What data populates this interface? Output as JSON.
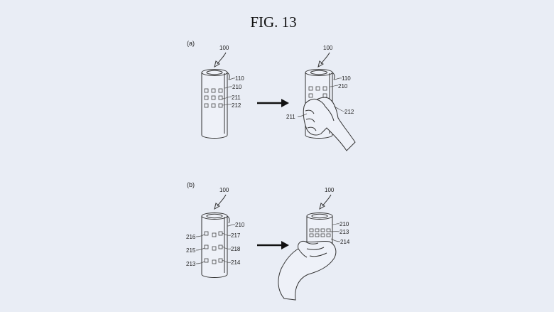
{
  "figure": {
    "title": "FIG. 13",
    "panel_a_label": "(a)",
    "panel_b_label": "(b)"
  },
  "panel_a": {
    "left": {
      "device": "100",
      "r110": "110",
      "r210": "210",
      "r211": "211",
      "r212": "212"
    },
    "right": {
      "device": "100",
      "r110": "110",
      "r210": "210",
      "r211": "211",
      "r212": "212"
    }
  },
  "panel_b": {
    "left": {
      "device": "100",
      "r210": "210",
      "r217": "217",
      "r218": "218",
      "r214": "214",
      "r216": "216",
      "r215": "215",
      "r213": "213"
    },
    "right": {
      "device": "100",
      "r210": "210",
      "r213": "213",
      "r214": "214"
    }
  },
  "colors": {
    "background": "#e9edf5",
    "line": "#333333"
  }
}
